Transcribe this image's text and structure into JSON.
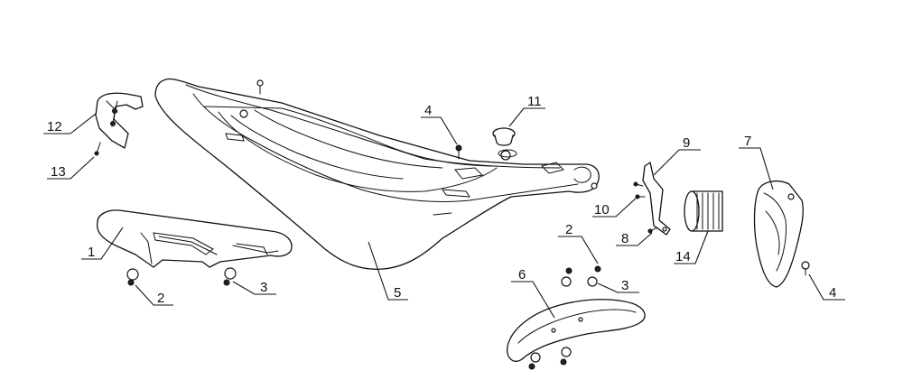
{
  "diagram": {
    "callouts": [
      "1",
      "2",
      "2",
      "3",
      "3",
      "4",
      "4",
      "5",
      "6",
      "7",
      "8",
      "9",
      "10",
      "11",
      "12",
      "13",
      "14"
    ]
  }
}
